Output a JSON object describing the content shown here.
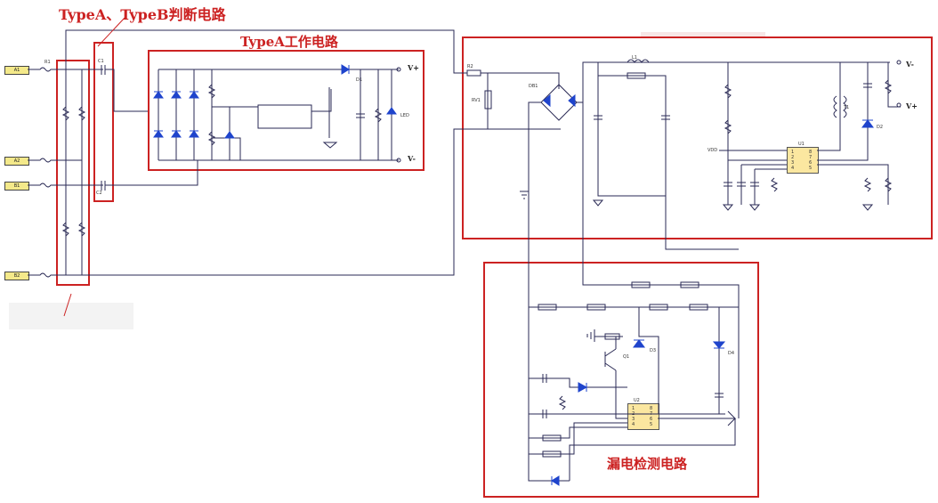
{
  "titles": {
    "judge": "TypeA、TypeB判断电路",
    "typea_work": "TypeA工作电路",
    "leak_detect": "漏电检测电路"
  },
  "terminals": [
    "A1",
    "A2",
    "B1",
    "B2"
  ],
  "power_labels": {
    "vplus_top": "V+",
    "vminus_top": "V-",
    "vminus_right": "V-",
    "vplus_right": "V+"
  },
  "chips": {
    "u1": {
      "name": "U1",
      "pins_left": [
        "1",
        "2",
        "3",
        "4"
      ],
      "pins_right": [
        "8",
        "7",
        "6",
        "5"
      ]
    },
    "u2": {
      "name": "U2",
      "pins_left": [
        "1",
        "2",
        "3",
        "4"
      ],
      "pins_right": [
        "8",
        "7",
        "6",
        "5"
      ]
    }
  },
  "part_labels": {
    "c1": "C1",
    "c2": "C2",
    "r1": "R1",
    "r2": "R2",
    "rv1": "RV1",
    "db1": "DB1",
    "l1": "L1",
    "t1": "T1",
    "d1": "D1",
    "d2": "D2",
    "d3": "D3",
    "d4": "D4",
    "q1": "Q1",
    "led": "LED",
    "vdd": "VDD"
  },
  "colors": {
    "box": "#cc2222",
    "wire": "#2a2a55",
    "diode": "#1f44cc",
    "chip": "#fbe7a0",
    "terminal": "#f4e98a"
  }
}
